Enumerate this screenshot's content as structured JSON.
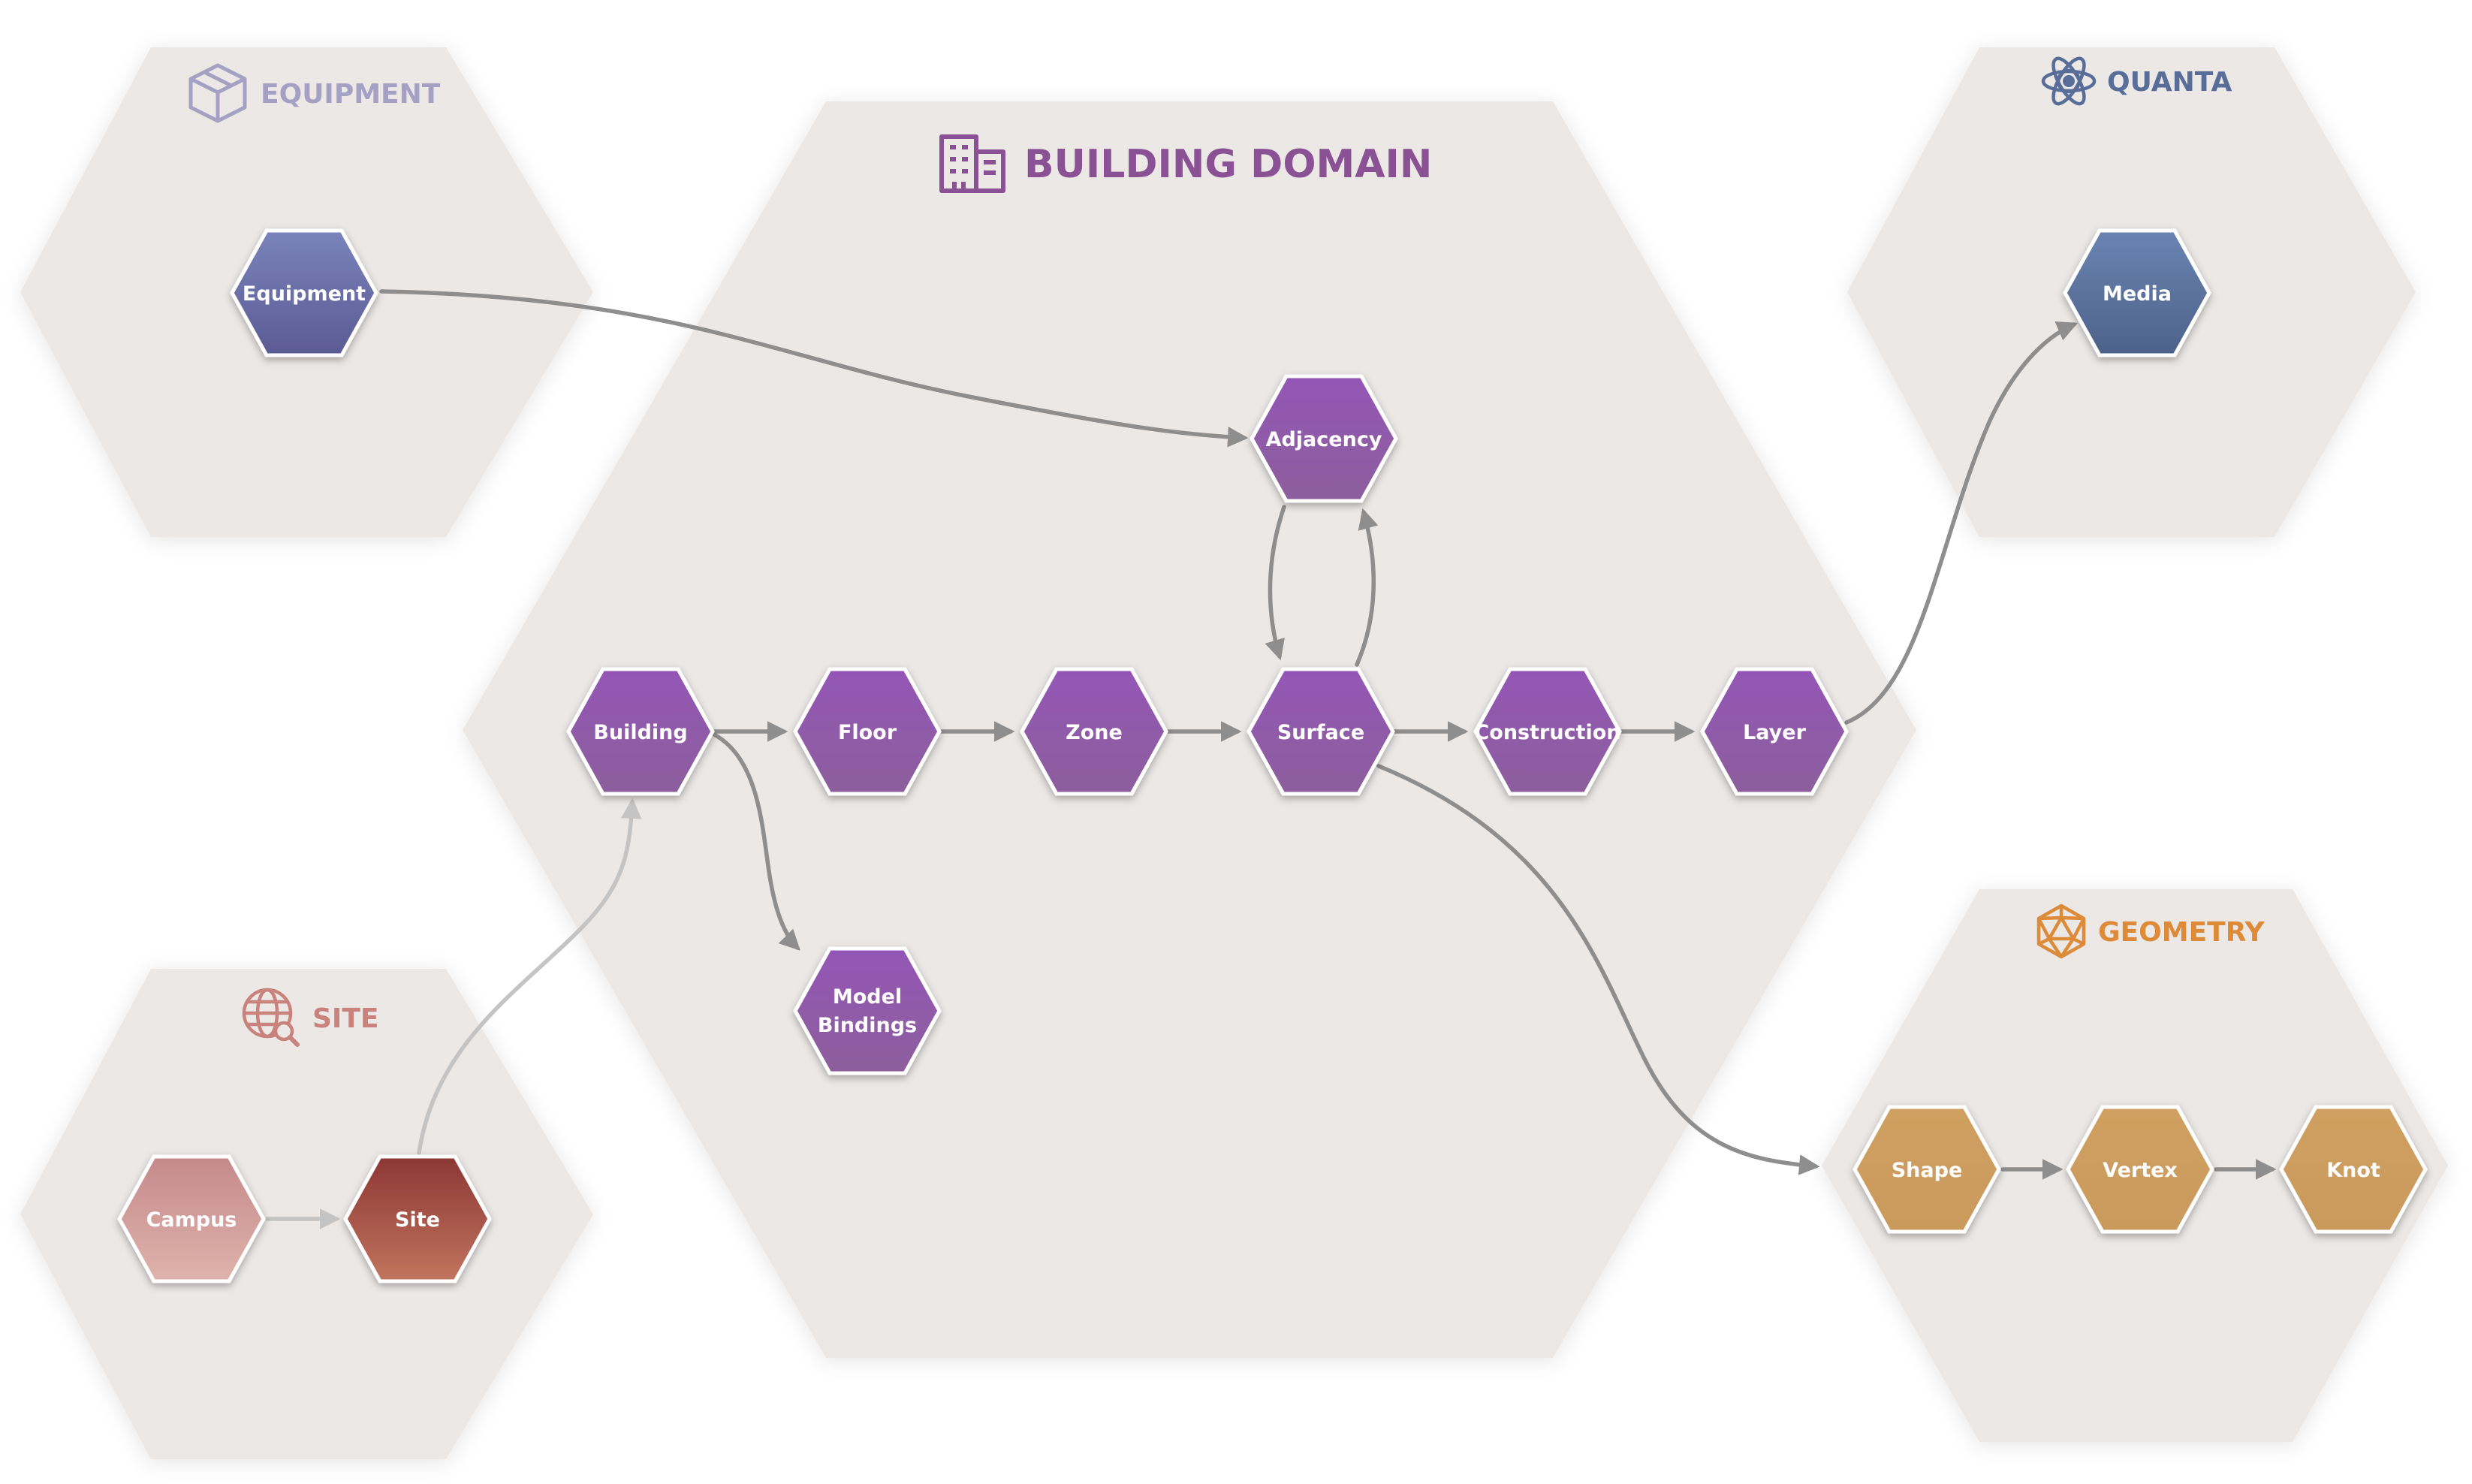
{
  "groups": {
    "equipment": {
      "title": "EQUIPMENT",
      "icon": "box-icon",
      "color": "#a4a1c4"
    },
    "building": {
      "title": "BUILDING DOMAIN",
      "icon": "building-icon",
      "color": "#8a5294"
    },
    "quanta": {
      "title": "QUANTA",
      "icon": "atom-icon",
      "color": "#586e98"
    },
    "site": {
      "title": "SITE",
      "icon": "globe-search-icon",
      "color": "#c9837c"
    },
    "geometry": {
      "title": "GEOMETRY",
      "icon": "icosahedron-icon",
      "color": "#dd8b39"
    }
  },
  "nodes": {
    "equipment": {
      "label": "Equipment",
      "color_top": "#7a83bb",
      "color_bottom": "#5b5a94"
    },
    "adjacency": {
      "label": "Adjacency",
      "color_top": "#9457b6",
      "color_bottom": "#8c5e9c"
    },
    "building": {
      "label": "Building",
      "color_top": "#9457b6",
      "color_bottom": "#8c5e9c"
    },
    "floor": {
      "label": "Floor",
      "color_top": "#9457b6",
      "color_bottom": "#8c5e9c"
    },
    "zone": {
      "label": "Zone",
      "color_top": "#9457b6",
      "color_bottom": "#8c5e9c"
    },
    "surface": {
      "label": "Surface",
      "color_top": "#9457b6",
      "color_bottom": "#8c5e9c"
    },
    "construction": {
      "label": "Construction",
      "color_top": "#9457b6",
      "color_bottom": "#8c5e9c"
    },
    "layer": {
      "label": "Layer",
      "color_top": "#9457b6",
      "color_bottom": "#8c5e9c"
    },
    "model_bindings": {
      "label_line1": "Model",
      "label_line2": "Bindings",
      "color_top": "#9457b6",
      "color_bottom": "#8c5e9c"
    },
    "media": {
      "label": "Media",
      "color_top": "#6a84b2",
      "color_bottom": "#4d6189"
    },
    "campus": {
      "label": "Campus",
      "color_top": "#c58a8c",
      "color_bottom": "#dfb3ab"
    },
    "site": {
      "label": "Site",
      "color_top": "#8c3634",
      "color_bottom": "#c2755e"
    },
    "shape": {
      "label": "Shape",
      "color_top": "#d0a062",
      "color_bottom": "#c99a5b"
    },
    "vertex": {
      "label": "Vertex",
      "color_top": "#d0a062",
      "color_bottom": "#c99a5b"
    },
    "knot": {
      "label": "Knot",
      "color_top": "#d0a062",
      "color_bottom": "#c99a5b"
    }
  },
  "edges": [
    {
      "from": "Equipment",
      "to": "Adjacency"
    },
    {
      "from": "Adjacency",
      "to": "Surface"
    },
    {
      "from": "Surface",
      "to": "Adjacency"
    },
    {
      "from": "Building",
      "to": "Floor"
    },
    {
      "from": "Floor",
      "to": "Zone"
    },
    {
      "from": "Zone",
      "to": "Surface"
    },
    {
      "from": "Surface",
      "to": "Construction"
    },
    {
      "from": "Construction",
      "to": "Layer"
    },
    {
      "from": "Layer",
      "to": "Media"
    },
    {
      "from": "Building",
      "to": "Model Bindings"
    },
    {
      "from": "Surface",
      "to": "Geometry"
    },
    {
      "from": "Campus",
      "to": "Site"
    },
    {
      "from": "Site",
      "to": "Building"
    },
    {
      "from": "Shape",
      "to": "Vertex"
    },
    {
      "from": "Vertex",
      "to": "Knot"
    }
  ],
  "colors": {
    "group_fill": "#ebe8e6",
    "edge": "#8e8e8e",
    "edge_light": "#c4c4c4"
  }
}
